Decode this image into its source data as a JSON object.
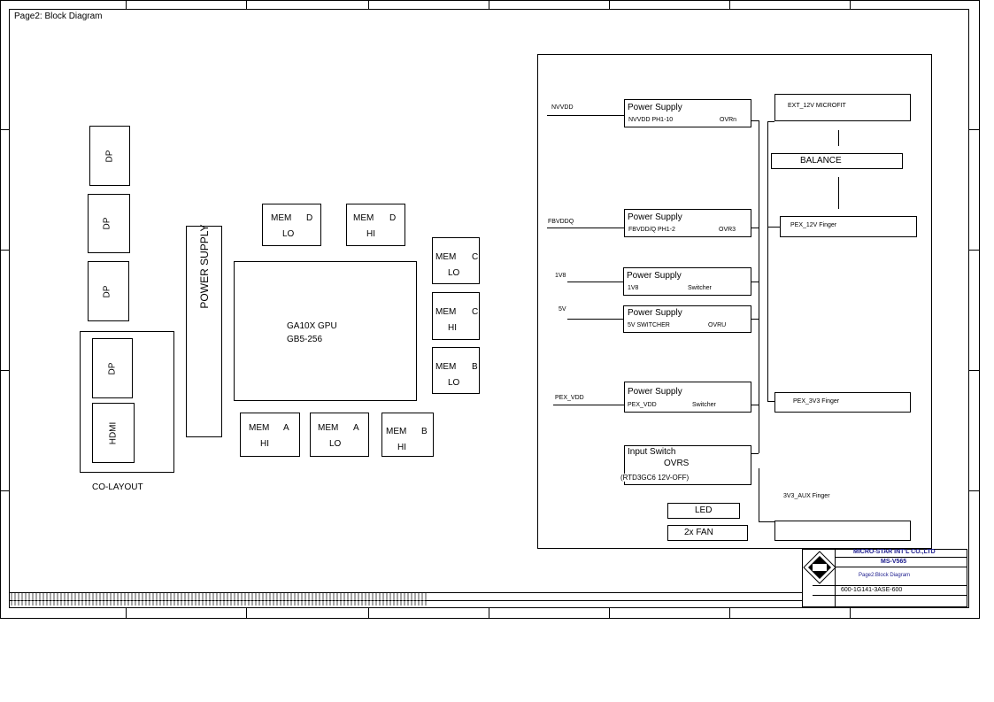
{
  "page_title": "Page2: Block Diagram",
  "left": {
    "dp1": "DP",
    "dp2": "DP",
    "dp3": "DP",
    "dp4": "DP",
    "hdmi": "HDMI",
    "co_layout": "CO-LAYOUT",
    "power_supply": "POWER SUPPLY",
    "gpu_line1": "GA10X GPU",
    "gpu_line2": "GB5-256"
  },
  "memory": [
    {
      "l1": "MEM",
      "ch": "D",
      "l2": "LO"
    },
    {
      "l1": "MEM",
      "ch": "D",
      "l2": "HI"
    },
    {
      "l1": "MEM",
      "ch": "C",
      "l2": "LO"
    },
    {
      "l1": "MEM",
      "ch": "C",
      "l2": "HI"
    },
    {
      "l1": "MEM",
      "ch": "B",
      "l2": "LO"
    },
    {
      "l1": "MEM",
      "ch": "A",
      "l2": "HI"
    },
    {
      "l1": "MEM",
      "ch": "A",
      "l2": "LO"
    },
    {
      "l1": "MEM",
      "ch": "B",
      "l2": "HI"
    }
  ],
  "power": {
    "nvvdd": {
      "label": "NVVDD",
      "title": "Power Supply",
      "sub": "NVVDD PH1-10",
      "ctrl": "OVRn"
    },
    "fbvddq": {
      "label": "FBVDDQ",
      "title": "Power Supply",
      "sub": "FBVDD/Q PH1-2",
      "ctrl": "OVR3"
    },
    "v1v8": {
      "label": "1V8",
      "title": "Power Supply",
      "sub": "1V8",
      "ctrl": "Switcher"
    },
    "v5v": {
      "label": "5V",
      "title": "Power Supply",
      "sub": "5V SWITCHER",
      "ctrl": "OVRU"
    },
    "pex": {
      "label": "PEX_VDD",
      "title": "Power Supply",
      "sub": "PEX_VDD",
      "ctrl": "Switcher"
    },
    "input_switch": {
      "title": "Input Switch",
      "sub": "OVRS",
      "note": "(RTD3GC6 12V-OFF)"
    },
    "led": "LED",
    "fan": "2x FAN",
    "ext_12v": "EXT_12V MICROFIT",
    "balance": "BALANCE",
    "pex_12v": "PEX_12V Finger",
    "pex_3v3": "PEX_3V3 Finger",
    "aux_3v3": "3V3_AUX Finger"
  },
  "title_block": {
    "company": "MICRO-STAR INT'L CO.,LTD",
    "model": "MS-V565",
    "doc_title": "Page2:Block Diagram",
    "part_no": "600-1G141-3ASE-600"
  },
  "colors": {
    "line": "#000000",
    "title_text": "#1a1a8c"
  }
}
